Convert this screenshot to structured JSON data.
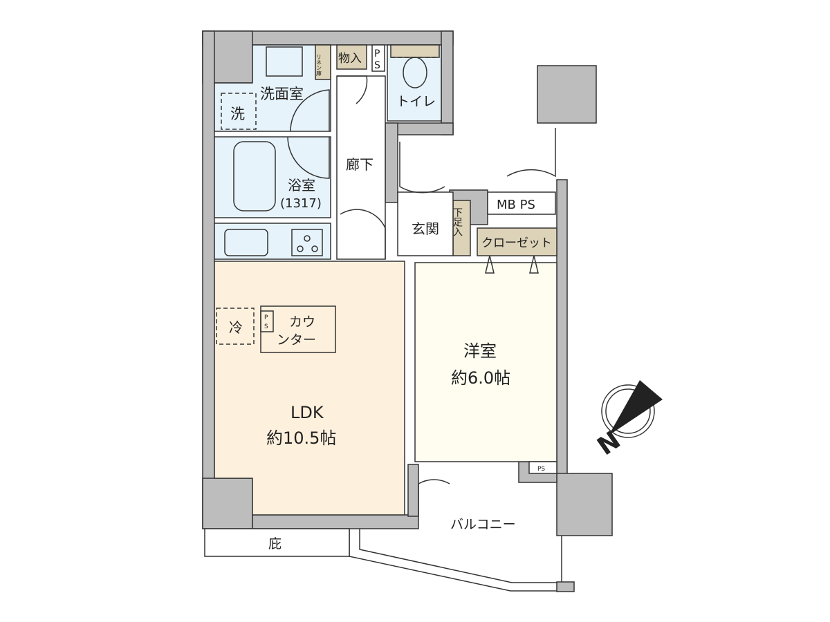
{
  "rooms": {
    "laundry": "洗面室",
    "washer": "洗",
    "linen": "リネン庫",
    "storage": "物入",
    "ps_top_p": "P",
    "ps_top_s": "S",
    "toilet": "トイレ",
    "bath": "浴室",
    "bath_size": "(1317)",
    "hallway": "廊下",
    "entrance": "玄関",
    "shoe_storage": "下足入",
    "mb_ps": "MB PS",
    "closet": "クローゼット",
    "fridge": "冷",
    "ps_small_p": "P",
    "ps_small_s": "S",
    "counter_line1": "カウ",
    "counter_line2": "ンター",
    "ldk": "LDK",
    "ldk_size": "約10.5帖",
    "western_room": "洋室",
    "western_size": "約6.0帖",
    "ps_room": "PS",
    "balcony": "バルコニー",
    "eaves": "庇",
    "compass_n": "N"
  },
  "colors": {
    "wet_area": "#e6f3fb",
    "storage": "#ddd3b8",
    "ldk": "#fdf0dc",
    "western_room": "#fefdf0",
    "wall": "#bdbdbd"
  }
}
